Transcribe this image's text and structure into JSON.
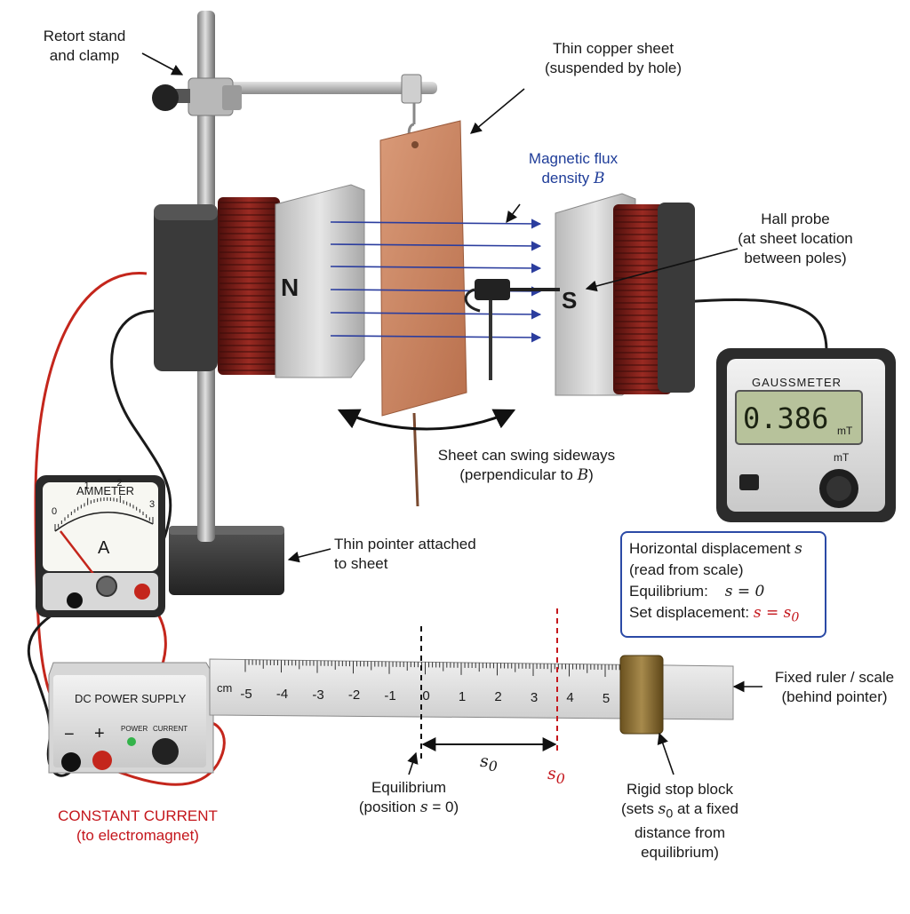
{
  "labels": {
    "retort_stand_l1": "Retort stand",
    "retort_stand_l2": "and clamp",
    "copper_sheet_l1": "Thin copper sheet",
    "copper_sheet_l2": "(suspended by hole)",
    "flux_l1": "Magnetic flux",
    "flux_l2": "density",
    "flux_symbol": "B",
    "hall_probe_l1": "Hall probe",
    "hall_probe_l2": "(at sheet location",
    "hall_probe_l3": "between poles)",
    "swing_l1": "Sheet can swing sideways",
    "swing_l2a": "(perpendicular to",
    "swing_symbol": "B",
    "swing_l2b": ")",
    "pointer_l1": "Thin pointer attached",
    "pointer_l2": "to sheet",
    "ruler_l1": "Fixed ruler / scale",
    "ruler_l2": "(behind pointer)",
    "equilibrium_l1": "Equilibrium",
    "equilibrium_l2a": "(position",
    "equilibrium_symbol": "s",
    "equilibrium_l2b": "= 0)",
    "stop_l1": "Rigid stop block",
    "stop_l2a": "(sets",
    "stop_symbol": "s",
    "stop_sub": "0",
    "stop_l2b": "at a fixed",
    "stop_l3": "distance from",
    "stop_l4": "equilibrium)",
    "constant_current_l1": "CONSTANT CURRENT",
    "constant_current_l2": "(to electromagnet)"
  },
  "info_box": {
    "line1": "Horizontal displacement",
    "line1_symbol": "s",
    "line2": "(read from scale)",
    "eq_label": "Equilibrium:",
    "eq_value": "s = 0",
    "set_label": "Set displacement:",
    "set_value": "s = s",
    "set_sub": "0"
  },
  "magnet": {
    "north": "N",
    "south": "S"
  },
  "gaussmeter": {
    "title": "GAUSSMETER",
    "reading": "0.386",
    "unit": "mT",
    "knob_unit": "mT"
  },
  "ammeter": {
    "title": "AMMETER",
    "unit": "A",
    "ticks": [
      "0",
      "1",
      "2",
      "3"
    ]
  },
  "power_supply": {
    "title": "DC POWER SUPPLY",
    "minus": "−",
    "plus": "+",
    "power_label": "POWER",
    "current_label": "CURRENT"
  },
  "ruler": {
    "unit": "cm",
    "ticks": [
      "-5",
      "-4",
      "-3",
      "-2",
      "-1",
      "0",
      "1",
      "2",
      "3",
      "4",
      "5"
    ]
  },
  "s0_marker": {
    "symbol": "s",
    "sub": "0"
  },
  "colors": {
    "copper": "#c9825f",
    "coil": "#7a1f1a",
    "field_arrow": "#2b3d9e",
    "wire_red": "#c4261c",
    "wire_black": "#1a1a1a",
    "accent_red": "#c4161c",
    "box_border": "#2b4aa6"
  }
}
